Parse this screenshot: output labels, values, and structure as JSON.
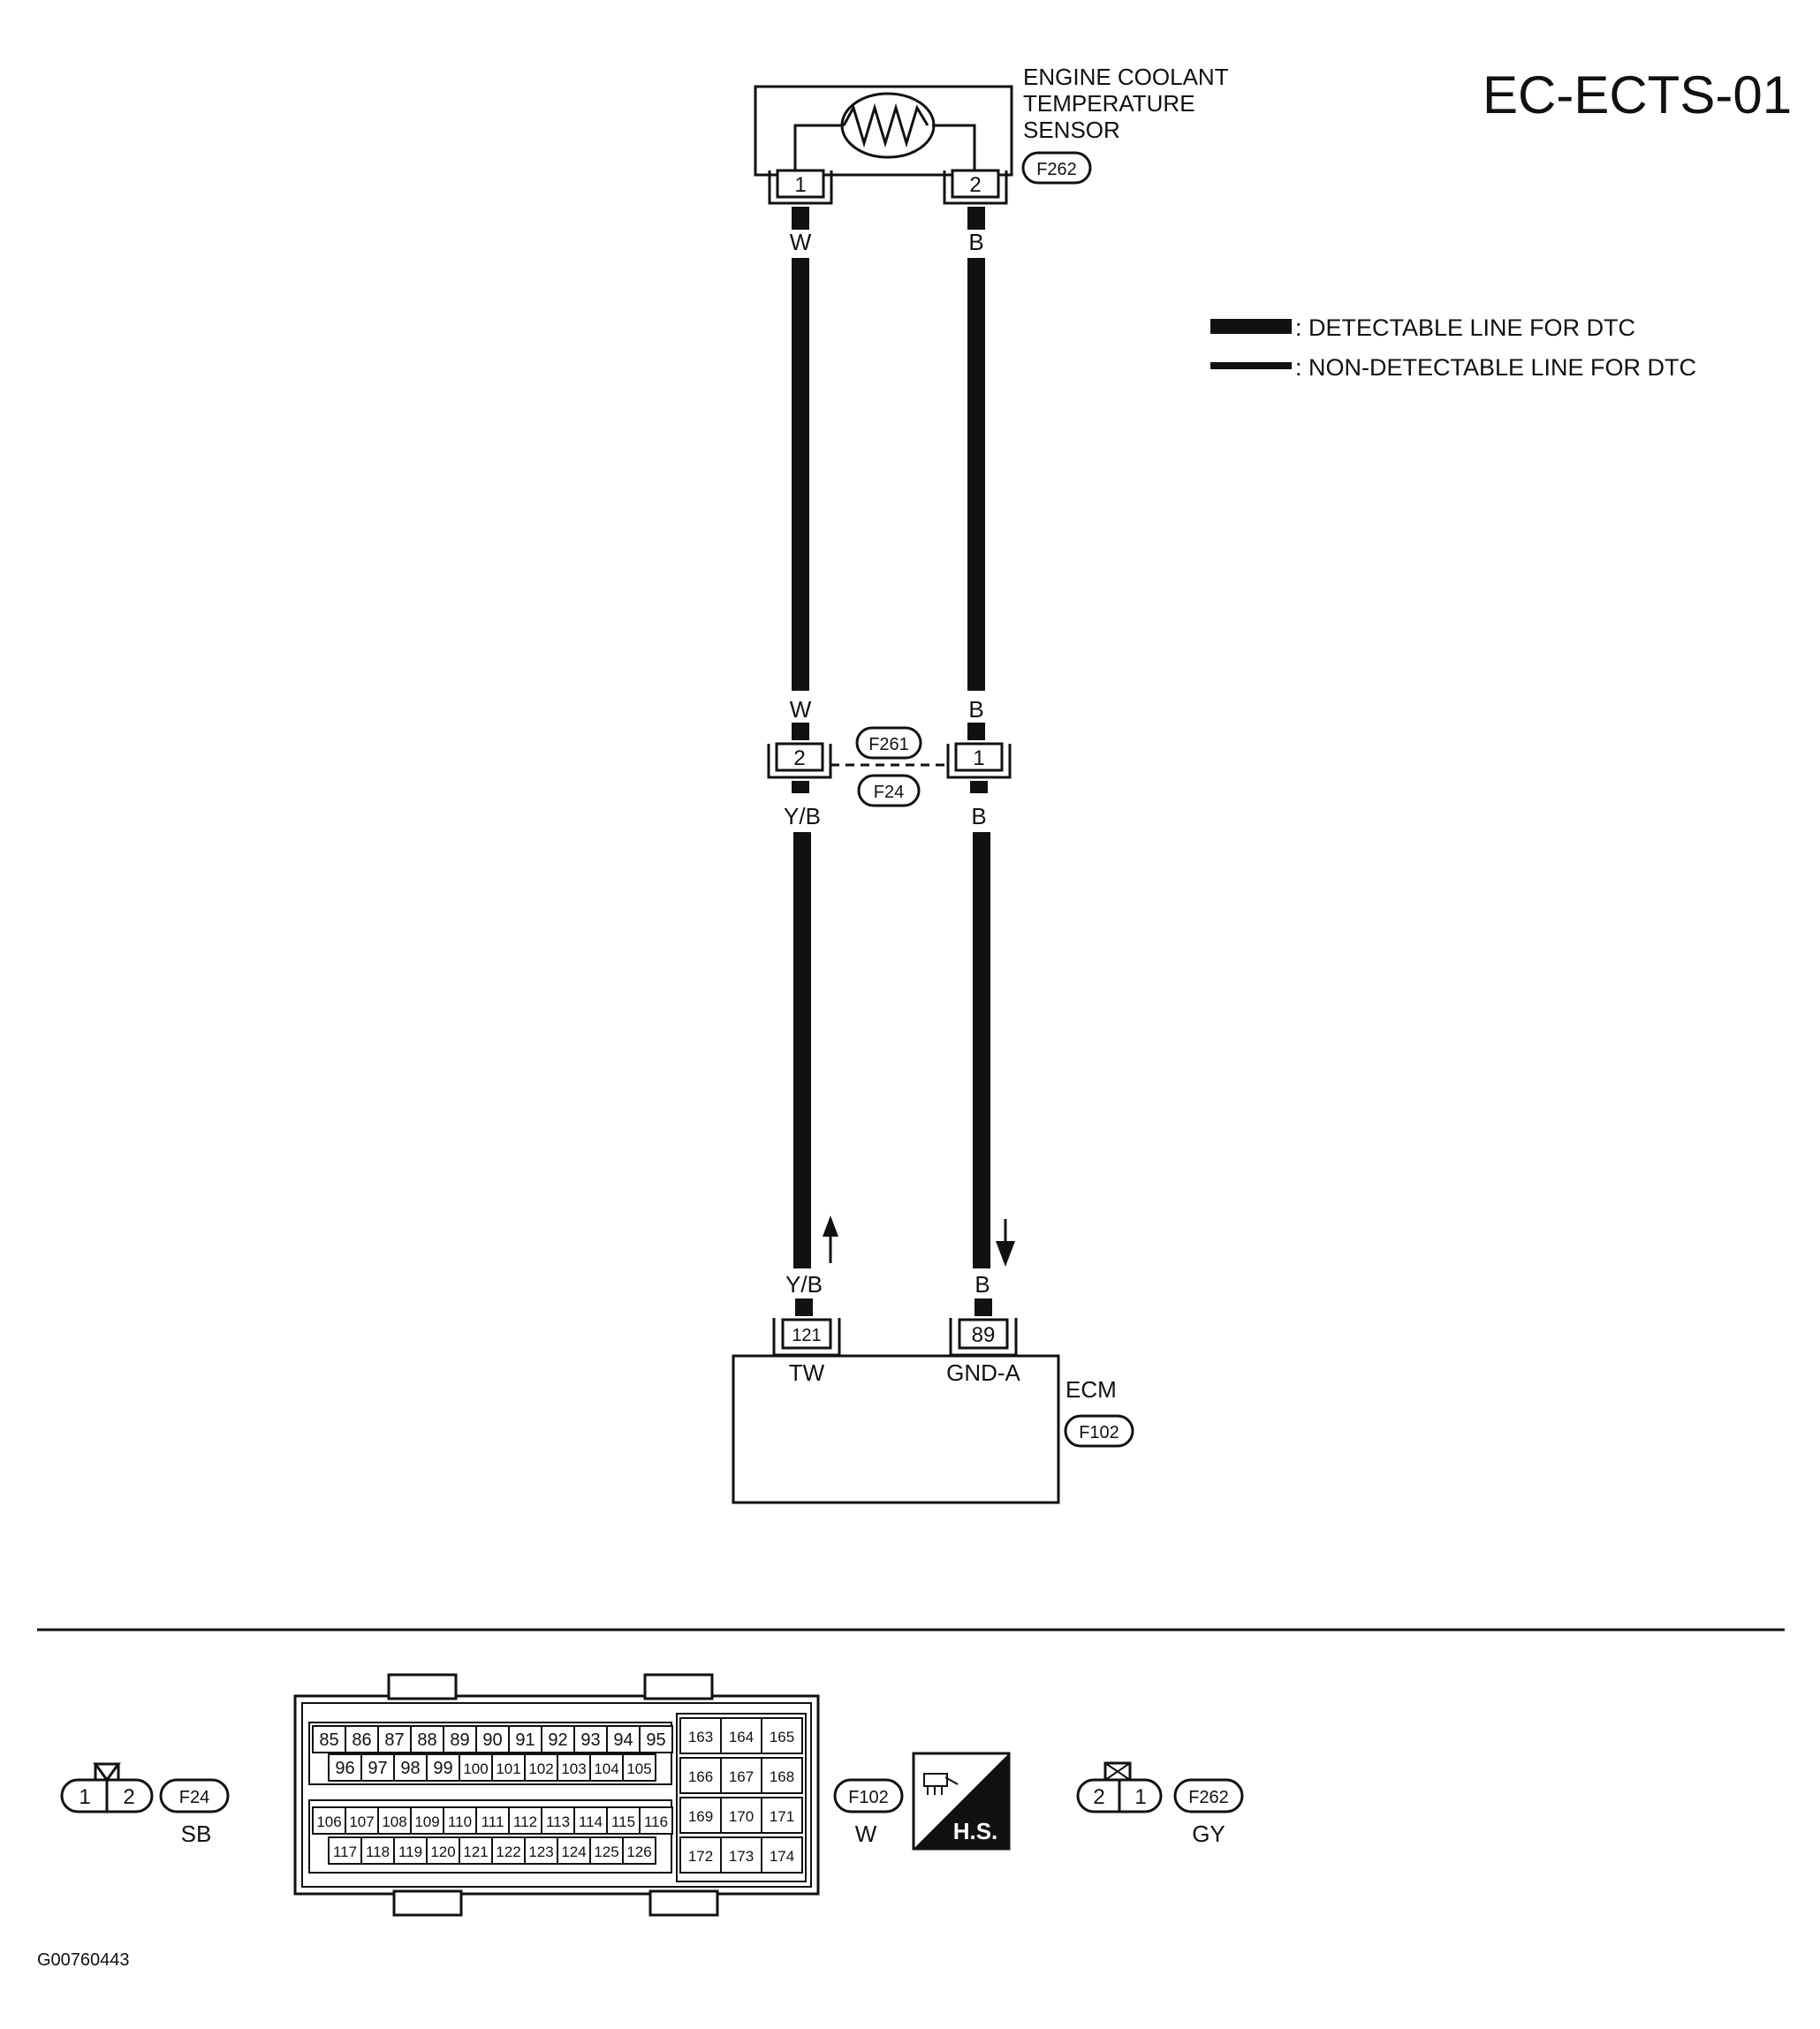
{
  "page_code": "EC-ECTS-01",
  "figure_id": "G00760443",
  "sensor": {
    "name_lines": [
      "ENGINE COOLANT",
      "TEMPERATURE",
      "SENSOR"
    ],
    "connector": "F262",
    "pins": [
      "1",
      "2"
    ]
  },
  "legend": {
    "detectable": ": DETECTABLE LINE FOR DTC",
    "non_detectable": ": NON-DETECTABLE LINE FOR DTC"
  },
  "wires": {
    "left_upper_top": "W",
    "left_upper_bottom": "W",
    "right_upper_top": "B",
    "right_upper_bottom": "B",
    "left_lower_top": "Y/B",
    "left_lower_bottom": "Y/B",
    "right_lower_top": "B",
    "right_lower_bottom": "B"
  },
  "junction": {
    "connectors": [
      "F261",
      "F24"
    ],
    "left_pin": "2",
    "right_pin": "1"
  },
  "ecm": {
    "name": "ECM",
    "connector": "F102",
    "terminals": [
      {
        "pin": "121",
        "signal": "TW"
      },
      {
        "pin": "89",
        "signal": "GND-A"
      }
    ]
  },
  "connector_views": {
    "f24": {
      "pins": [
        "1",
        "2"
      ],
      "id": "F24",
      "color": "SB"
    },
    "f102": {
      "id": "F102",
      "color": "W",
      "row1": [
        "85",
        "86",
        "87",
        "88",
        "89",
        "90",
        "91",
        "92",
        "93",
        "94",
        "95"
      ],
      "row2": [
        "96",
        "97",
        "98",
        "99",
        "100",
        "101",
        "102",
        "103",
        "104",
        "105"
      ],
      "row3": [
        "106",
        "107",
        "108",
        "109",
        "110",
        "111",
        "112",
        "113",
        "114",
        "115",
        "116"
      ],
      "row4": [
        "117",
        "118",
        "119",
        "120",
        "121",
        "122",
        "123",
        "124",
        "125",
        "126"
      ],
      "right_block": [
        [
          "163",
          "164",
          "165"
        ],
        [
          "166",
          "167",
          "168"
        ],
        [
          "169",
          "170",
          "171"
        ],
        [
          "172",
          "173",
          "174"
        ]
      ]
    },
    "hs_label": "H.S.",
    "f262": {
      "pins": [
        "2",
        "1"
      ],
      "id": "F262",
      "color": "GY"
    }
  }
}
